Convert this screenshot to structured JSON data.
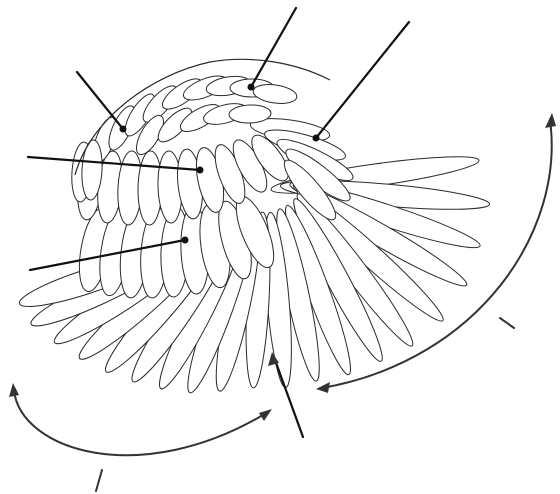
{
  "diagram": {
    "subject": "bird-wing-feather-groups",
    "colors": {
      "line": "#2a2a2a",
      "leader": "#111111",
      "background": "#ffffff"
    },
    "pointers": [
      {
        "name": "pointer-top-center"
      },
      {
        "name": "pointer-top-right"
      },
      {
        "name": "pointer-left-upper"
      },
      {
        "name": "pointer-left-middle"
      },
      {
        "name": "pointer-left-lower"
      },
      {
        "name": "pointer-bottom-center"
      }
    ],
    "bracket_arcs": [
      {
        "name": "arc-right-primaries"
      },
      {
        "name": "arc-bottom-left-secondaries"
      }
    ]
  }
}
